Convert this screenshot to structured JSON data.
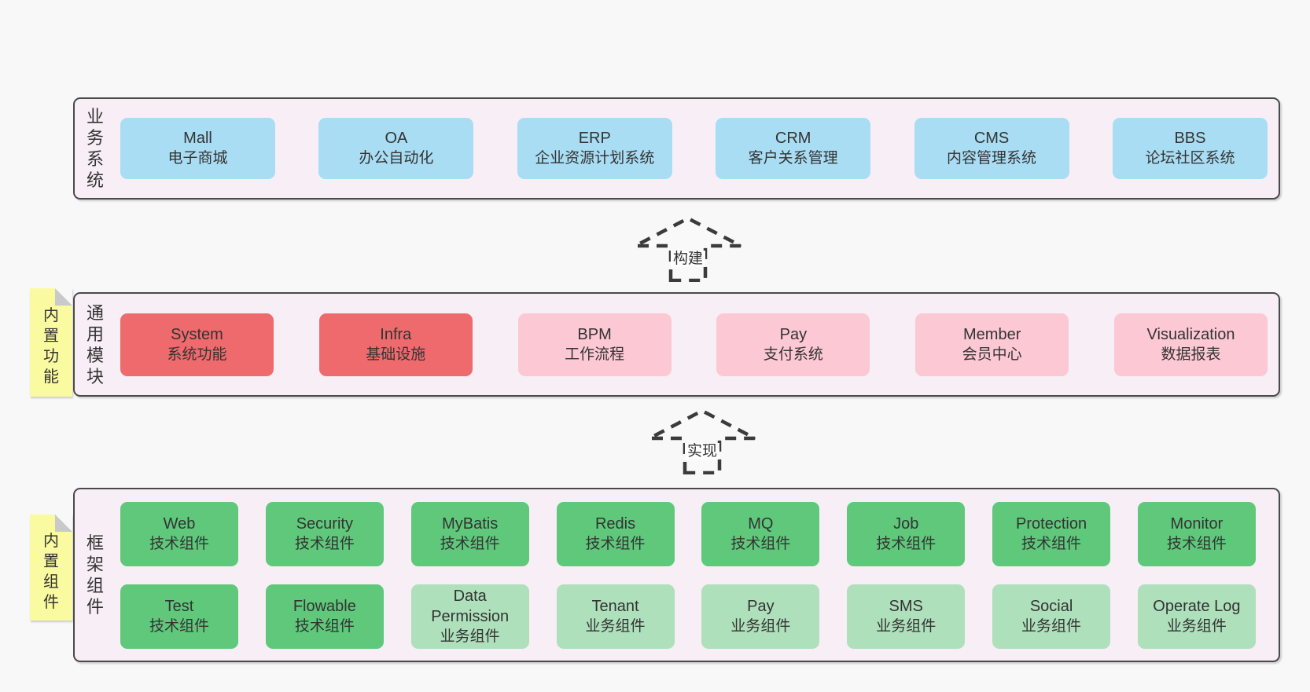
{
  "arrows": {
    "build": "构建",
    "implement": "实现"
  },
  "colors": {
    "blue": "#a9ddf3",
    "red": "#ef6a6c",
    "pink": "#fcc8d4",
    "green_dark": "#5fc87b",
    "green_light": "#aee0bb",
    "panel_bg": "#f8eef6",
    "note_bg": "#fafaa1",
    "border": "#4a4a4a"
  },
  "sections": {
    "business": {
      "label": "业务系统",
      "items": [
        {
          "name": "Mall",
          "desc": "电子商城",
          "variant": "blue"
        },
        {
          "name": "OA",
          "desc": "办公自动化",
          "variant": "blue"
        },
        {
          "name": "ERP",
          "desc": "企业资源计划系统",
          "variant": "blue"
        },
        {
          "name": "CRM",
          "desc": "客户关系管理",
          "variant": "blue"
        },
        {
          "name": "CMS",
          "desc": "内容管理系统",
          "variant": "blue"
        },
        {
          "name": "BBS",
          "desc": "论坛社区系统",
          "variant": "blue"
        }
      ]
    },
    "modules": {
      "label": "通用模块",
      "note": "内置功能",
      "items": [
        {
          "name": "System",
          "desc": "系统功能",
          "variant": "red"
        },
        {
          "name": "Infra",
          "desc": "基础设施",
          "variant": "red"
        },
        {
          "name": "BPM",
          "desc": "工作流程",
          "variant": "pink"
        },
        {
          "name": "Pay",
          "desc": "支付系统",
          "variant": "pink"
        },
        {
          "name": "Member",
          "desc": "会员中心",
          "variant": "pink"
        },
        {
          "name": "Visualization",
          "desc": "数据报表",
          "variant": "pink"
        }
      ]
    },
    "framework": {
      "label": "框架组件",
      "note": "内置组件",
      "row1": [
        {
          "name": "Web",
          "desc": "技术组件",
          "variant": "green-dark"
        },
        {
          "name": "Security",
          "desc": "技术组件",
          "variant": "green-dark"
        },
        {
          "name": "MyBatis",
          "desc": "技术组件",
          "variant": "green-dark"
        },
        {
          "name": "Redis",
          "desc": "技术组件",
          "variant": "green-dark"
        },
        {
          "name": "MQ",
          "desc": "技术组件",
          "variant": "green-dark"
        },
        {
          "name": "Job",
          "desc": "技术组件",
          "variant": "green-dark"
        },
        {
          "name": "Protection",
          "desc": "技术组件",
          "variant": "green-dark"
        },
        {
          "name": "Monitor",
          "desc": "技术组件",
          "variant": "green-dark"
        }
      ],
      "row2": [
        {
          "name": "Test",
          "desc": "技术组件",
          "variant": "green-dark"
        },
        {
          "name": "Flowable",
          "desc": "技术组件",
          "variant": "green-dark"
        },
        {
          "name": "Data Permission",
          "desc": "业务组件",
          "variant": "green-light"
        },
        {
          "name": "Tenant",
          "desc": "业务组件",
          "variant": "green-light"
        },
        {
          "name": "Pay",
          "desc": "业务组件",
          "variant": "green-light"
        },
        {
          "name": "SMS",
          "desc": "业务组件",
          "variant": "green-light"
        },
        {
          "name": "Social",
          "desc": "业务组件",
          "variant": "green-light"
        },
        {
          "name": "Operate Log",
          "desc": "业务组件",
          "variant": "green-light"
        }
      ]
    }
  }
}
